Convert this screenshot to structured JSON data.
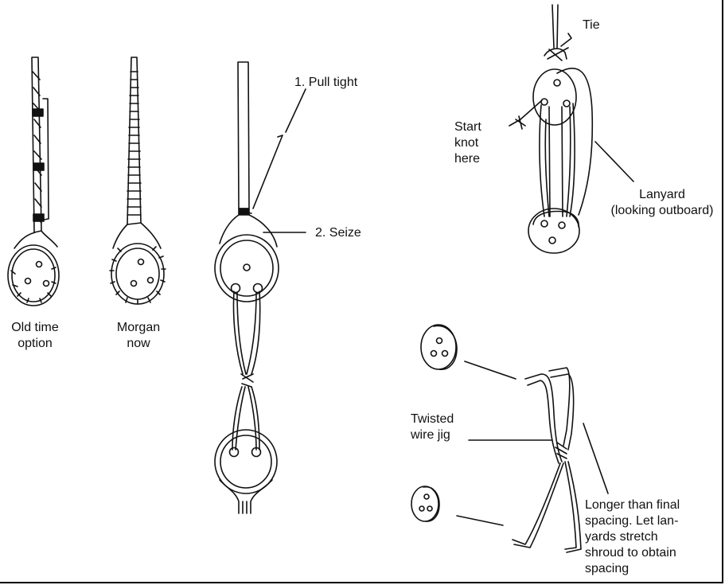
{
  "labels": {
    "old_time_option": "Old time\noption",
    "morgan_now": "Morgan\nnow",
    "pull_tight": "1. Pull tight",
    "seize": "2. Seize",
    "tie": "Tie",
    "start_knot_here": "Start\nknot\nhere",
    "lanyard": "Lanyard\n(looking outboard)",
    "twisted_wire_jig": "Twisted\nwire jig",
    "longer_than_final": "Longer than final\nspacing. Let lan-\nyards stretch\nshroud to obtain\nspacing"
  },
  "colors": {
    "ink": "#111111",
    "background": "#ffffff"
  }
}
